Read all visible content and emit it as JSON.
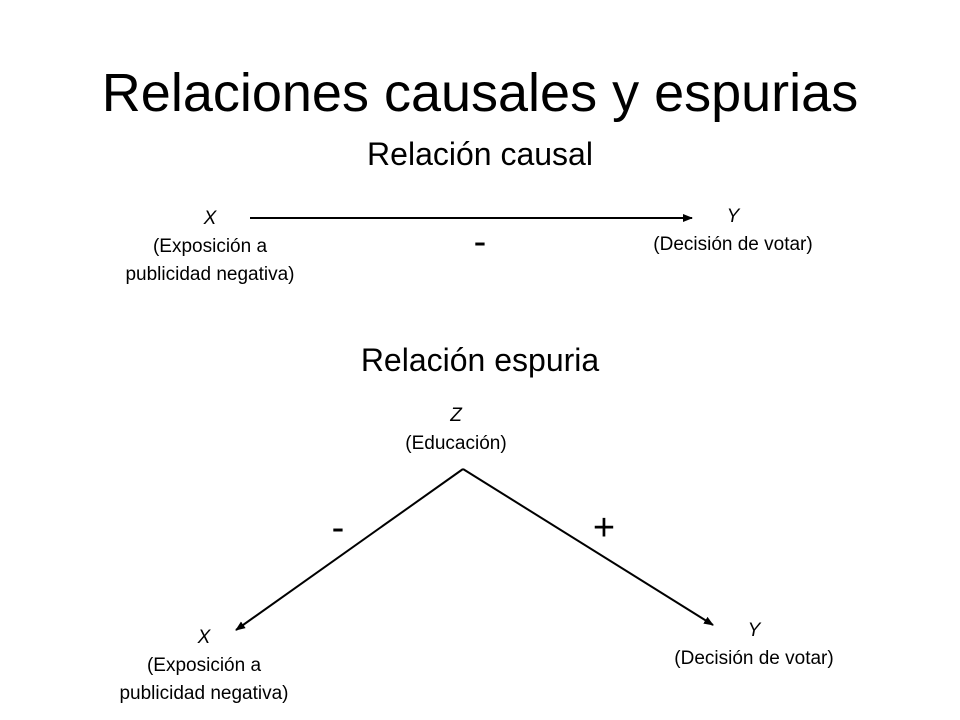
{
  "title": "Relaciones causales y espurias",
  "causal": {
    "heading": "Relación causal",
    "x": {
      "var": "X",
      "desc_line1": "(Exposición a",
      "desc_line2": "publicidad negativa)"
    },
    "y": {
      "var": "Y",
      "desc_line1": "(Decisión de votar)"
    },
    "sign": "-"
  },
  "spurious": {
    "heading": "Relación espuria",
    "z": {
      "var": "Z",
      "desc_line1": "(Educación)"
    },
    "x": {
      "var": "X",
      "desc_line1": "(Exposición a",
      "desc_line2": "publicidad negativa)"
    },
    "y": {
      "var": "Y",
      "desc_line1": "(Decisión de votar)"
    },
    "sign_zx": "-",
    "sign_zy": "+"
  }
}
